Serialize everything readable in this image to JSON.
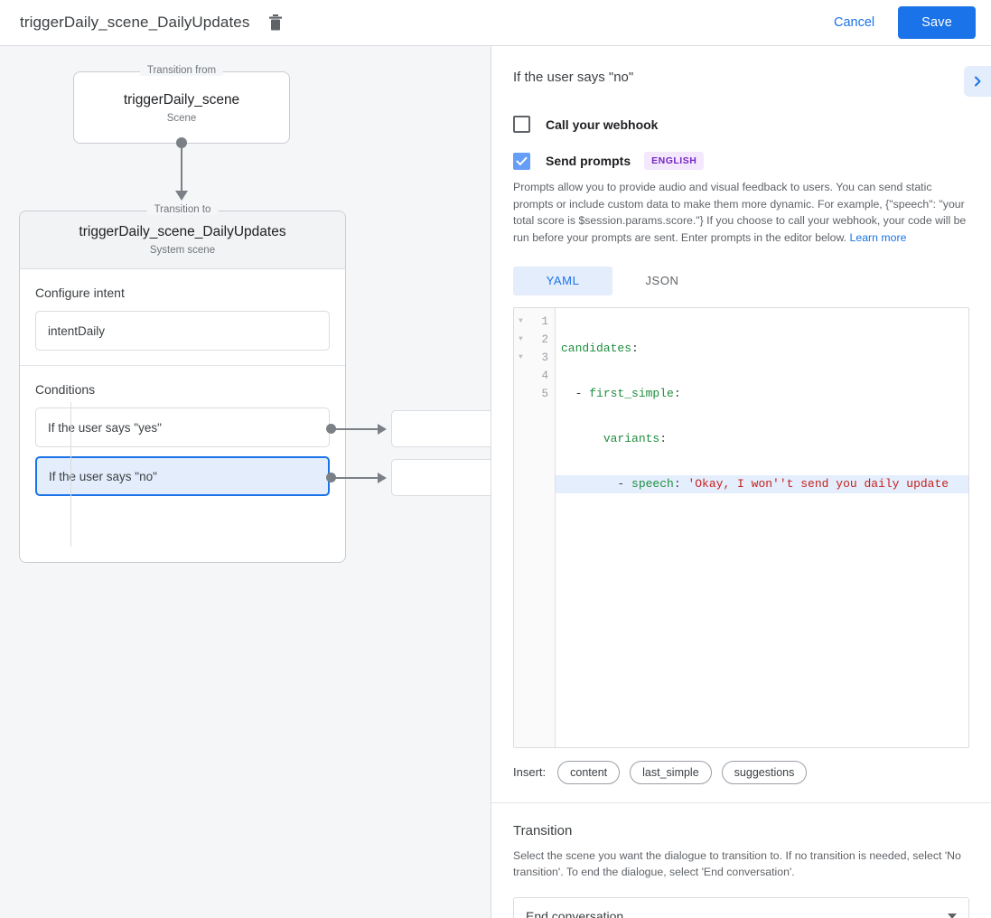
{
  "topbar": {
    "title": "triggerDaily_scene_DailyUpdates",
    "delete_icon": "trash-icon",
    "cancel_label": "Cancel",
    "save_label": "Save",
    "accent": "#1a73e8"
  },
  "canvas": {
    "transition_from": {
      "legend": "Transition from",
      "name": "triggerDaily_scene",
      "type": "Scene"
    },
    "transition_to": {
      "legend": "Transition to",
      "name": "triggerDaily_scene_DailyUpdates",
      "type": "System scene"
    },
    "intent_section": {
      "label": "Configure intent",
      "value": "intentDaily"
    },
    "conditions_section": {
      "label": "Conditions",
      "items": [
        {
          "label": "If the user says \"yes\"",
          "selected": false
        },
        {
          "label": "If the user says \"no\"",
          "selected": true
        }
      ]
    }
  },
  "panel": {
    "title": "If the user says \"no\"",
    "expand_icon": "chevron-right-icon",
    "webhook": {
      "label": "Call your webhook",
      "checked": false
    },
    "prompts": {
      "label": "Send prompts",
      "checked": true,
      "language_badge": "ENGLISH",
      "badge_bg": "#f3e8fd",
      "badge_fg": "#7627c4",
      "description": "Prompts allow you to provide audio and visual feedback to users. You can send static prompts or include custom data to make them more dynamic. For example, {\"speech\": \"your total score is $session.params.score.\"} If you choose to call your webhook, your code will be run before your prompts are sent. Enter prompts in the editor below.",
      "learn_more": "Learn more"
    },
    "editor": {
      "tabs": [
        {
          "label": "YAML",
          "active": true
        },
        {
          "label": "JSON",
          "active": false
        }
      ],
      "line_numbers": [
        "1",
        "2",
        "3",
        "4",
        "5"
      ],
      "fold_lines": [
        1,
        2,
        3
      ],
      "highlighted_line": 4,
      "lines": [
        {
          "n": 1,
          "key": "candidates",
          "punct": ":",
          "indent": 0,
          "dash": false,
          "value": ""
        },
        {
          "n": 2,
          "key": "first_simple",
          "punct": ":",
          "indent": 1,
          "dash": true,
          "value": ""
        },
        {
          "n": 3,
          "key": "variants",
          "punct": ":",
          "indent": 2,
          "dash": false,
          "value": ""
        },
        {
          "n": 4,
          "key": "speech",
          "punct": ": ",
          "indent": 3,
          "dash": true,
          "value": "'Okay, I won''t send you daily update"
        },
        {
          "n": 5,
          "key": "",
          "punct": "",
          "indent": 0,
          "dash": false,
          "value": ""
        }
      ],
      "raw_line_1": "candidates:",
      "raw_line_2": "  - first_simple:",
      "raw_line_3": "      variants:",
      "raw_line_4": "        - speech: 'Okay, I won''t send you daily update",
      "raw_line_5": ""
    },
    "insert": {
      "label": "Insert:",
      "chips": [
        "content",
        "last_simple",
        "suggestions"
      ]
    },
    "transition": {
      "title": "Transition",
      "description": "Select the scene you want the dialogue to transition to. If no transition is needed, select 'No transition'. To end the dialogue, select 'End conversation'.",
      "selected": "End conversation"
    }
  }
}
